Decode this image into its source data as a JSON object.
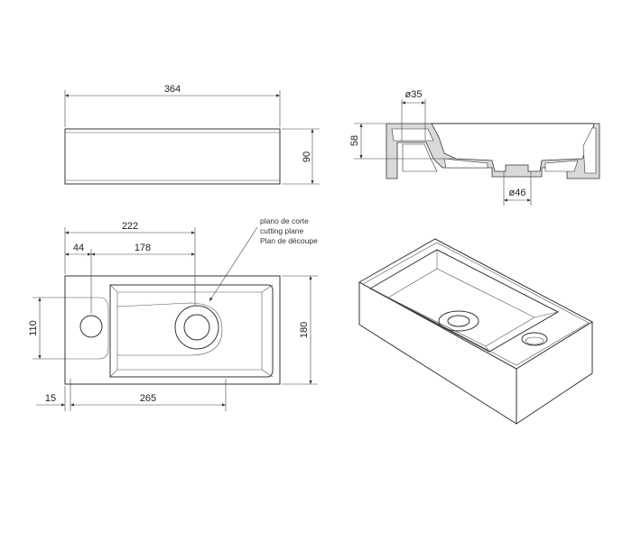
{
  "dimensions": {
    "top_width": "364",
    "top_height": "90",
    "section_drain_dia": "ø35",
    "section_depth": "58",
    "section_outlet_dia": "ø46",
    "plan_bowl_width": "222",
    "plan_tap_offset": "44",
    "plan_tap_to_drain": "178",
    "plan_tap_zone": "110",
    "plan_depth": "180",
    "plan_wall": "15",
    "plan_bowl_length": "265"
  },
  "notes": {
    "cutting_plane_es": "plano de corte",
    "cutting_plane_en": "cutting plane",
    "cutting_plane_fr": "Plan de découpe"
  }
}
